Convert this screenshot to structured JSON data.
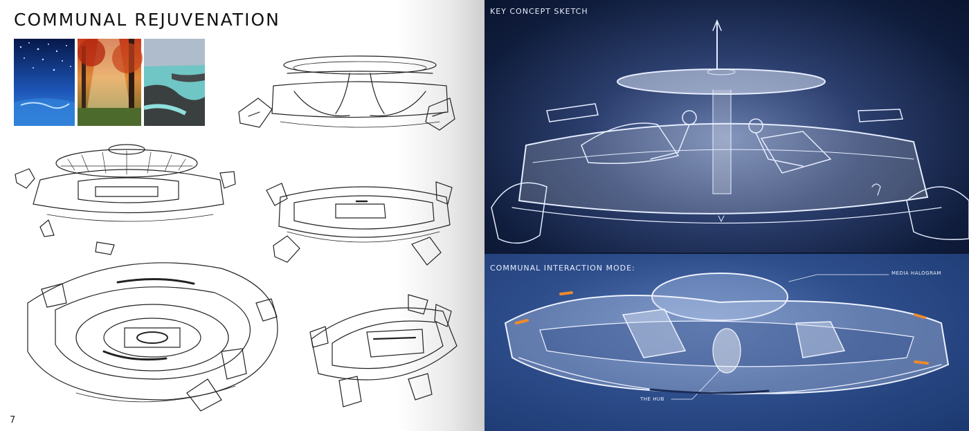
{
  "left_page": {
    "title": "COMMUNAL REJUVENATION",
    "page_number": "7"
  },
  "right_page": {
    "key_concept_label": "KEY CONCEPT SKETCH",
    "interaction_label": "COMMUNAL INTERACTION MODE:",
    "callouts": {
      "media": "MEDIA HALOGRAM",
      "hub": "THE HUB"
    }
  },
  "colors": {
    "navy": "#0d1a35",
    "accent_orange": "#f08a2c",
    "ink": "#222222"
  }
}
